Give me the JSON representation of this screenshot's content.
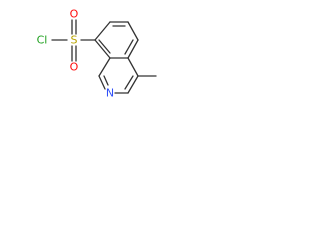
{
  "structure": {
    "atoms": {
      "O_top": {
        "label": "O",
        "color": "#ff0d0d"
      },
      "O_bottom": {
        "label": "O",
        "color": "#ff0d0d"
      },
      "S": {
        "label": "S",
        "color": "#b8a400"
      },
      "Cl": {
        "label": "Cl",
        "color": "#1fa01f"
      },
      "N": {
        "label": "N",
        "color": "#3050f8"
      }
    },
    "bond_color": "#333333"
  }
}
